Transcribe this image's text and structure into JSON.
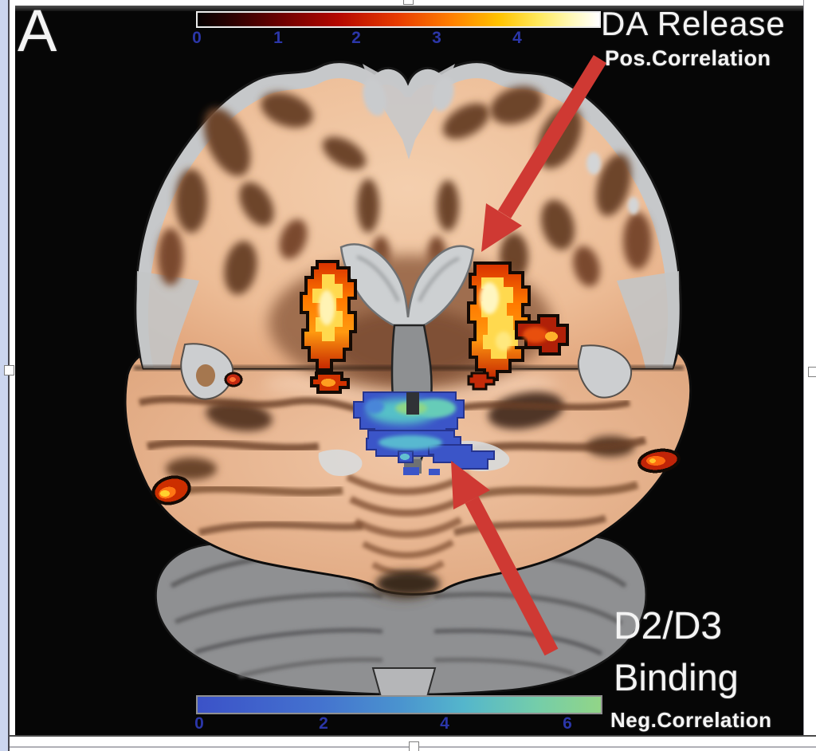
{
  "figure": {
    "panel_label": "A",
    "background_color": "#060606",
    "labels": {
      "da_release": "DA Release",
      "pos_correlation": "Pos.Correlation",
      "d2d3": "D2/D3",
      "binding": "Binding",
      "neg_correlation": "Neg.Correlation"
    },
    "arrow_color": "#cf3933"
  },
  "colorbars": {
    "hot": {
      "position": "top",
      "ticks": [
        "0",
        "1",
        "2",
        "3",
        "4"
      ],
      "range_min": 0,
      "range_max": 5,
      "tick_color": "#2b36a8",
      "border_color": "#ececec",
      "gradient": [
        "#050000",
        "#6e0000",
        "#b40800",
        "#e83c00",
        "#ff7e00",
        "#ffc200",
        "#ffe95e",
        "#ffffff"
      ]
    },
    "cool": {
      "position": "bottom",
      "ticks": [
        "0",
        "2",
        "4",
        "6"
      ],
      "range_min": 0,
      "range_max": 6.6,
      "tick_color": "#2b36a8",
      "border_color": "#8f8f8f",
      "gradient": [
        "#3b52c8",
        "#4a93cf",
        "#54b6cc",
        "#92d587"
      ]
    }
  },
  "page": {
    "left_rail_color": "#ccd6ef",
    "selection_handle_fill": "#ffffff",
    "selection_handle_border": "#7f7f7f"
  }
}
